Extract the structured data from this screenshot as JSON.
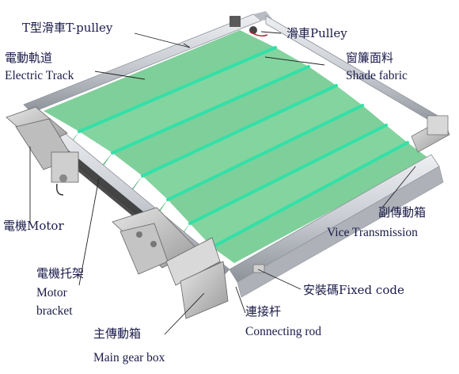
{
  "labels": {
    "t_pulley": "T型滑車T-pulley",
    "pulley": "滑車Pulley",
    "electric_track_zh": "電動軌道",
    "electric_track_en": "Electric Track",
    "shade_fabric_zh": "窗簾面料",
    "shade_fabric_en": "Shade fabric",
    "motor": "電機Motor",
    "vice_transmission_zh": "副傳動箱",
    "vice_transmission_en": "Vice Transmission",
    "motor_bracket_zh": "電機托架",
    "motor_bracket_en1": "Motor",
    "motor_bracket_en2": "bracket",
    "fixed_code": "安裝碼Fixed code",
    "connecting_rod_zh": "連接杆",
    "connecting_rod_en": "Connecting rod",
    "main_gear_box_zh": "主傳動箱",
    "main_gear_box_en": "Main gear box"
  },
  "colors": {
    "fabric": "#7fcf9a",
    "fabric_dark": "#5fb883",
    "rod": "#33e0a8",
    "track": "#c9ccd2",
    "track_dark": "#8d9199",
    "label_text": "#1a1a4a",
    "leader": "#222222"
  }
}
